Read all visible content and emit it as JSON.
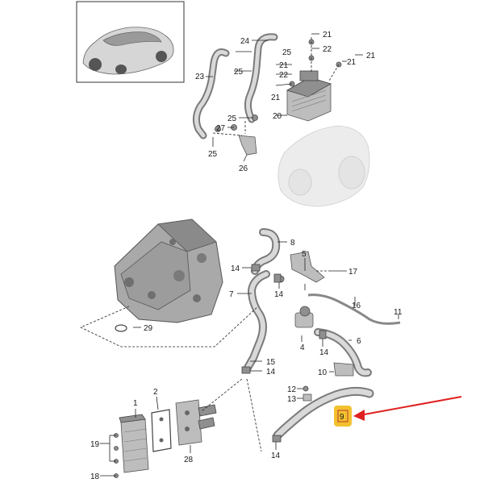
{
  "callouts": {
    "c1": "1",
    "c2": "2",
    "c4": "4",
    "c5": "5",
    "c6": "6",
    "c7": "7",
    "c8": "8",
    "c9": "9",
    "c10": "10",
    "c11": "11",
    "c12": "12",
    "c13": "13",
    "c14a": "14",
    "c14b": "14",
    "c14c": "14",
    "c14d": "14",
    "c14e": "14",
    "c15": "15",
    "c17": "17",
    "c18": "18",
    "c19": "19",
    "c20": "20",
    "c21a": "21",
    "c21b": "21",
    "c21c": "21",
    "c21d": "21",
    "c21e": "21",
    "c22a": "22",
    "c22b": "22",
    "c23": "23",
    "c24": "24",
    "c25a": "25",
    "c25b": "25",
    "c25c": "25",
    "c25d": "25",
    "c26": "26",
    "c27": "27",
    "c28": "28",
    "c29": "29"
  },
  "highlight": {
    "label": "9",
    "color": "#f2c12e",
    "arrow_color": "#e02020"
  }
}
